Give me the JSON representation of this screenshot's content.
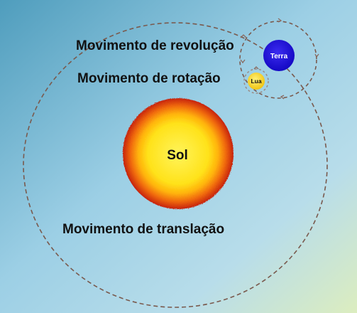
{
  "labels": {
    "revolution": "Movimento de revolução",
    "rotation": "Movimento de rotação",
    "translation": "Movimento de translação"
  },
  "bodies": {
    "sun": "Sol",
    "earth": "Terra",
    "moon": "Lua"
  },
  "colors": {
    "background_top_left": "#4f9dbd",
    "background_mid": "#9fd0e6",
    "background_bottom_right": "#d7ebc2",
    "orbit_line": "#7a5a4e",
    "sun_core": "#ffee22",
    "sun_mid": "#ff9900",
    "sun_edge": "#d12a10",
    "earth": "#1d10d8",
    "moon": "#f4d21a",
    "text": "#111111"
  }
}
